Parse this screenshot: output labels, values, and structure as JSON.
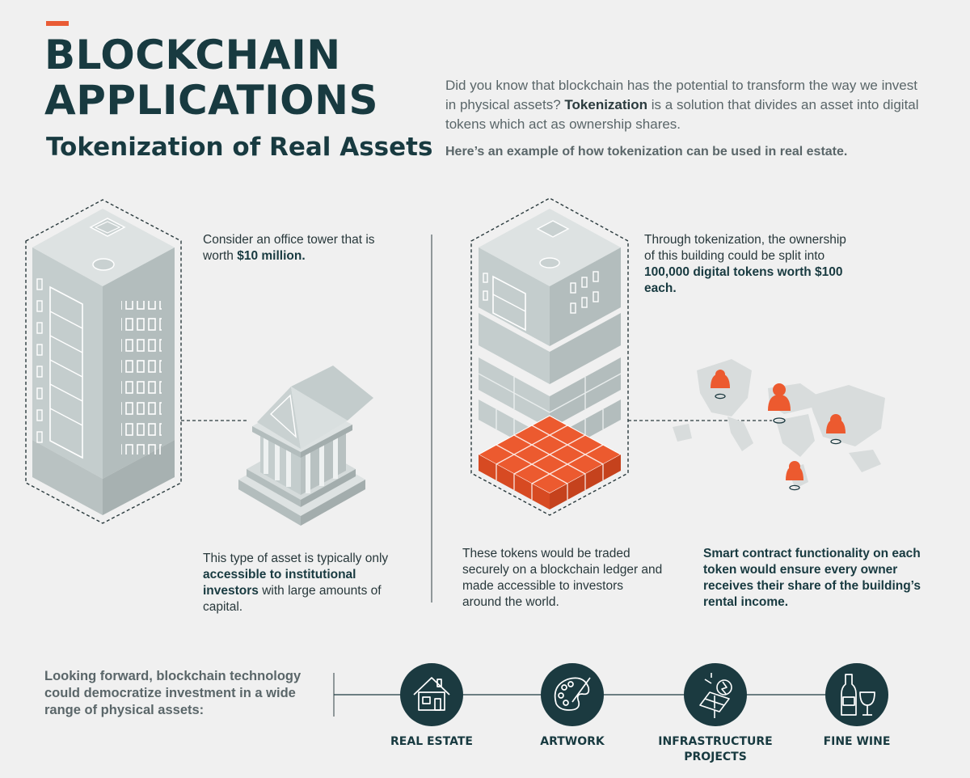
{
  "header": {
    "title_line1": "BLOCKCHAIN",
    "title_line2": "APPLICATIONS",
    "subtitle": "Tokenization of Real Assets",
    "intro_pre": "Did you know that blockchain has the potential to transform the way we invest in physical assets? ",
    "intro_bold": "Tokenization",
    "intro_post": " is a solution that divides an asset into digital tokens which act as ownership shares.",
    "example_line": "Here’s an example of how tokenization can be used in real estate."
  },
  "left_panel": {
    "tower_text_pre": "Consider an office tower that is worth ",
    "tower_text_bold": "$10 million.",
    "institution_text_pre": "This type of asset is typically only ",
    "institution_text_bold": "accessible to institutional investors",
    "institution_text_post": " with large amounts of capital."
  },
  "right_panel": {
    "split_text_pre": "Through tokenization, the ownership of this building could be split into ",
    "split_text_bold": "100,000 digital tokens worth $100 each.",
    "trade_text": "These tokens would be traded securely on a blockchain ledger and made accessible to investors around the world.",
    "smart_text": "Smart contract functionality on each token would ensure every owner receives their share of the building’s rental income."
  },
  "footer": {
    "text": "Looking forward, blockchain technology could democratize investment in a wide range of physical assets:",
    "assets": [
      {
        "label": "REAL ESTATE",
        "icon": "house-icon"
      },
      {
        "label": "ARTWORK",
        "icon": "palette-icon"
      },
      {
        "label": "INFRASTRUCTURE PROJECTS",
        "icon": "solar-panel-icon"
      },
      {
        "label": "FINE WINE",
        "icon": "wine-bottle-icon"
      }
    ]
  },
  "colors": {
    "dark_teal": "#1b3a40",
    "accent_orange": "#e95b35",
    "building_gray": "#c3cccc",
    "background": "#f0f0f0"
  }
}
